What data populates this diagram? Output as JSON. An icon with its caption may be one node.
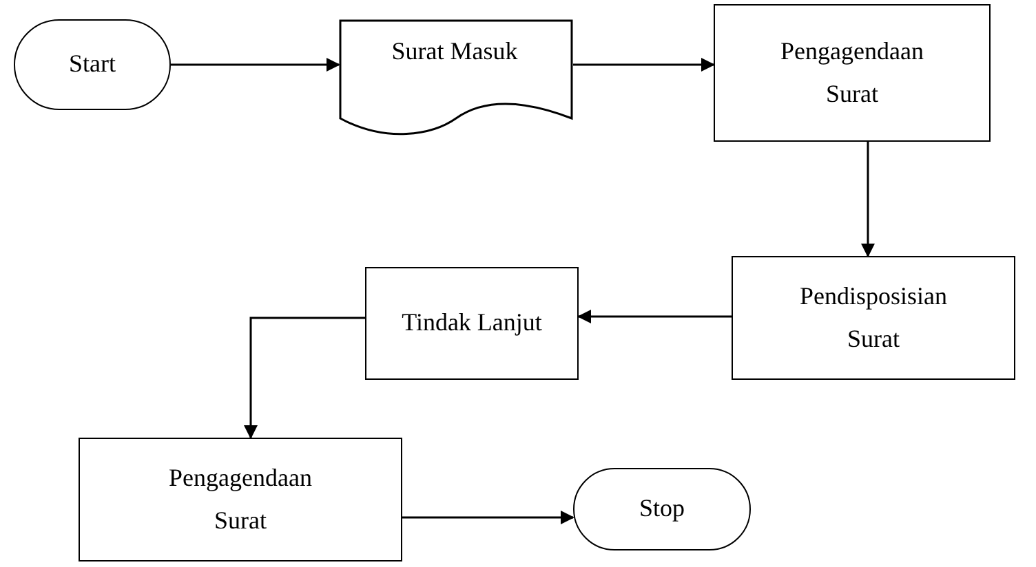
{
  "diagram": {
    "nodes": [
      {
        "text": [
          "Start"
        ]
      },
      {
        "text": [
          "Surat Masuk"
        ]
      },
      {
        "text": [
          "Pengagendaan Surat"
        ]
      },
      {
        "text": [
          "Pendisposisian Surat"
        ]
      },
      {
        "text": [
          "Tindak Lanjut"
        ]
      },
      {
        "text": [
          "Pengagendaan Surat"
        ]
      },
      {
        "text": [
          "Stop"
        ]
      }
    ],
    "edges": [
      {
        "from": 0,
        "to": 1,
        "arrow": "to"
      },
      {
        "from": 1,
        "to": 2,
        "arrow": "to"
      },
      {
        "from": 2,
        "to": 3,
        "arrow": "to"
      },
      {
        "from": 3,
        "to": 4,
        "arrow": "to"
      },
      {
        "from": 4,
        "to": 5,
        "arrow": "to"
      },
      {
        "from": 5,
        "to": 6,
        "arrow": "to"
      }
    ]
  }
}
